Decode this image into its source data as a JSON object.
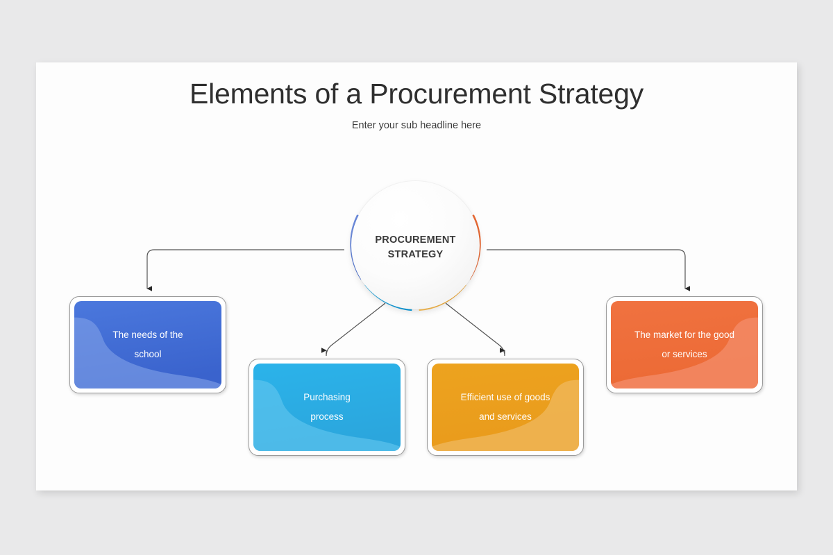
{
  "slide": {
    "title": "Elements of a Procurement Strategy",
    "subtitle": "Enter your sub headline here",
    "background_color": "#e9e9ea",
    "canvas_color": "#fdfdfd"
  },
  "hub": {
    "label_line1": "PROCUREMENT",
    "label_line2": "STRATEGY",
    "disc_color": "#fbfbfb",
    "ring_segments": [
      {
        "name": "segment-blue",
        "color_from": "#6f8ee0",
        "color_to": "#3560cf",
        "position": "upper-left"
      },
      {
        "name": "segment-lightblue",
        "color_from": "#4cc2f2",
        "color_to": "#119fe0",
        "position": "lower-left"
      },
      {
        "name": "segment-amber",
        "color_from": "#ffc45c",
        "color_to": "#f5a21f",
        "position": "lower-right"
      },
      {
        "name": "segment-orange",
        "color_from": "#f4855a",
        "color_to": "#ed6a33",
        "position": "upper-right"
      }
    ]
  },
  "connectors": {
    "line_color": "#545454",
    "arrow_color": "#2a2a2a"
  },
  "cards": [
    {
      "id": "card-needs-of-the-school",
      "line1": "The needs of the",
      "line2": "school",
      "color_from": "#4b78dd",
      "color_to": "#3a63cd",
      "wave_color": "#7f9fe6",
      "wave_flipped": false,
      "accent": "#3560cf"
    },
    {
      "id": "card-purchasing-process",
      "line1": "Purchasing",
      "line2": "process",
      "color_from": "#2bb3ea",
      "color_to": "#2ba6dd",
      "wave_color": "#62c7ef",
      "wave_flipped": false,
      "accent": "#119fe0"
    },
    {
      "id": "card-efficient-use-of-goods",
      "line1": "Efficient use of goods",
      "line2": "and services",
      "color_from": "#eda31f",
      "color_to": "#e99b1c",
      "wave_color": "#f0bb64",
      "wave_flipped": true,
      "accent": "#f5a21f"
    },
    {
      "id": "card-market-for-the-good",
      "line1": "The market for the good",
      "line2": "or services",
      "color_from": "#f07240",
      "color_to": "#ec6a35",
      "wave_color": "#f49170",
      "wave_flipped": true,
      "accent": "#ed6a33"
    }
  ]
}
